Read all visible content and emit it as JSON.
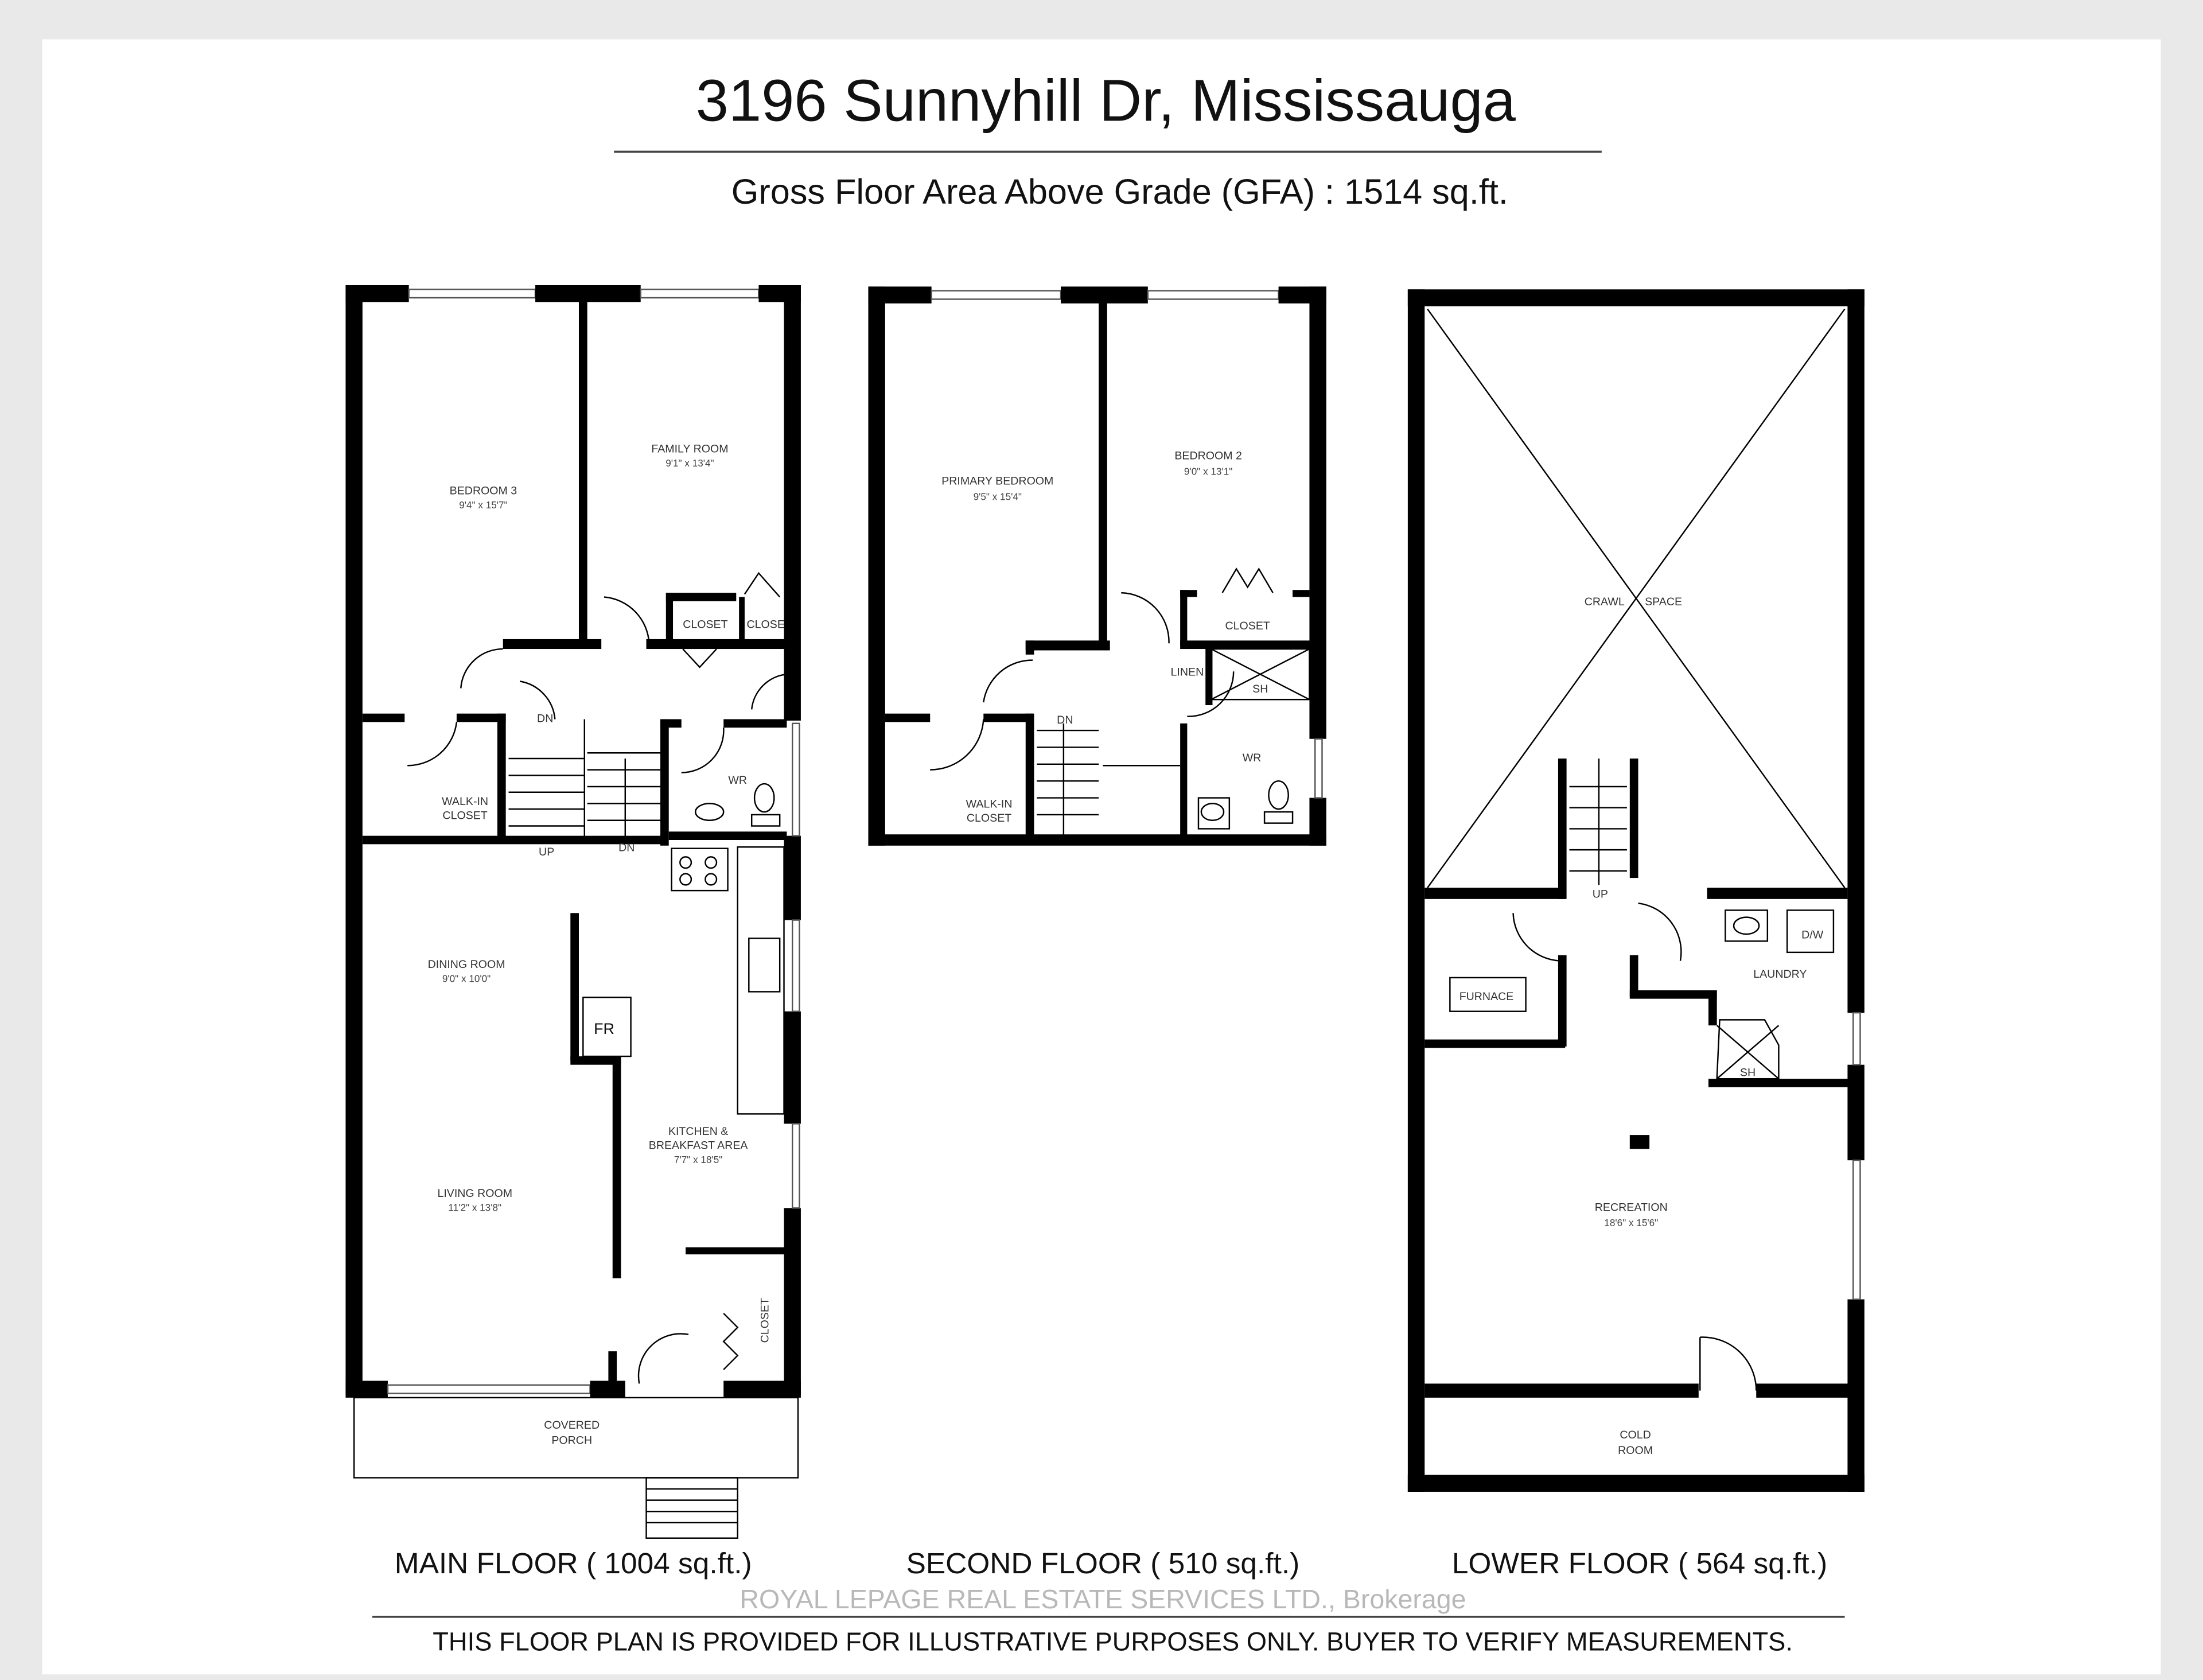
{
  "header": {
    "title": "3196 Sunnyhill Dr, Mississauga",
    "subtitle": "Gross Floor Area Above Grade  (GFA) : 1514 sq.ft."
  },
  "floors": {
    "main": {
      "label": "MAIN FLOOR ( 1004 sq.ft.)",
      "rooms": {
        "bedroom3": {
          "name": "BEDROOM 3",
          "dims": "9'4\" x 15'7\""
        },
        "family": {
          "name": "FAMILY ROOM",
          "dims": "9'1\" x 13'4\""
        },
        "closet1": "CLOSET",
        "closet2": "CLOSE",
        "walkin1": "WALK-IN",
        "walkin2": "CLOSET",
        "wr": "WR",
        "dn1": "DN",
        "dn2": "DN",
        "up": "UP",
        "dining": {
          "name": "DINING ROOM",
          "dims": "9'0\" x 10'0\""
        },
        "fr": "FR",
        "kitchen1": "KITCHEN &",
        "kitchen2": "BREAKFAST AREA",
        "kitchen_dims": "7'7\" x 18'5\"",
        "living": {
          "name": "LIVING ROOM",
          "dims": "11'2\" x 13'8\""
        },
        "closet3": "CLOSET",
        "porch1": "COVERED",
        "porch2": "PORCH"
      }
    },
    "second": {
      "label": "SECOND FLOOR ( 510 sq.ft.)",
      "rooms": {
        "primary": {
          "name": "PRIMARY BEDROOM",
          "dims": "9'5\" x 15'4\""
        },
        "bedroom2": {
          "name": "BEDROOM 2",
          "dims": "9'0\" x 13'1\""
        },
        "closet": "CLOSET",
        "linen": "LINEN",
        "sh": "SH",
        "wr": "WR",
        "dn": "DN",
        "walkin1": "WALK-IN",
        "walkin2": "CLOSET"
      }
    },
    "lower": {
      "label": "LOWER FLOOR ( 564 sq.ft.)",
      "rooms": {
        "crawl1": "CRAWL",
        "crawl2": "SPACE",
        "up": "UP",
        "furnace": "FURNACE",
        "dw": "D/W",
        "laundry": "LAUNDRY",
        "sh": "SH",
        "recreation": {
          "name": "RECREATION",
          "dims": "18'6\" x 15'6\""
        },
        "cold1": "COLD",
        "cold2": "ROOM"
      }
    }
  },
  "watermark": "ROYAL LEPAGE REAL ESTATE SERVICES LTD., Brokerage",
  "footer": {
    "disclaimer": "THIS FLOOR PLAN IS PROVIDED FOR ILLUSTRATIVE PURPOSES ONLY. BUYER TO VERIFY MEASUREMENTS."
  }
}
